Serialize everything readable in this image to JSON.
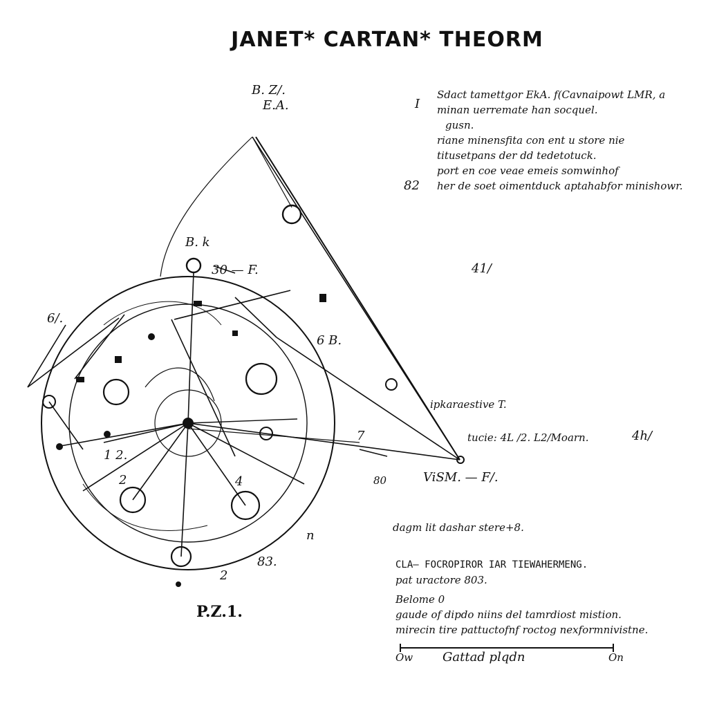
{
  "title": "JANET* CARTAN* THEORM",
  "top_left_label": [
    "B. Z/.",
    "E.A."
  ],
  "notes_block": {
    "marker_1": "I",
    "marker_2": "82",
    "lines": [
      "Sdact tamettgor EkA. f(Cavnaipowt LMR, a",
      "minan uerremate han socquel.",
      "gusn.",
      "riane minensfita con ent u store nie",
      "titusetpans der dd tedetotuck.",
      "port en coe veae emeis somwinhof",
      "her de soet oimentduck aptahabfor minishowr."
    ]
  },
  "diagram_labels": {
    "b_k": "B. k",
    "thirty_f": "30 — F.",
    "six": "6/.",
    "s_b": "6 B.",
    "one_half": "41/",
    "i_two": "1 2.",
    "two": "2",
    "four": "4",
    "n": "n",
    "s3": "83.",
    "two_a": "2",
    "seven": "7",
    "p_l1": "P.Z.1."
  },
  "right_labels": {
    "ipkaraestive": "ipkaraestive T.",
    "tucie": "tucie: 4L /2. L2/Moarn.",
    "four_h": "4h/",
    "eighty": "80",
    "vsm": "ViSM. — F/.",
    "dagm": "dagm lit dashar stere+8."
  },
  "bottom_block": {
    "heading": "CLA— FOCROPIROR IAR TIEWAHERMENG.",
    "lines": [
      "pat uractore 803.",
      "Belome 0",
      "gaude of dipdo niins del tamrdiost mistion.",
      "mirecin tire pattuctofnf roctog nexformnivistne."
    ]
  },
  "scale_bar": {
    "left": "Ow",
    "center": "Gattad plqdn",
    "right": "On"
  }
}
